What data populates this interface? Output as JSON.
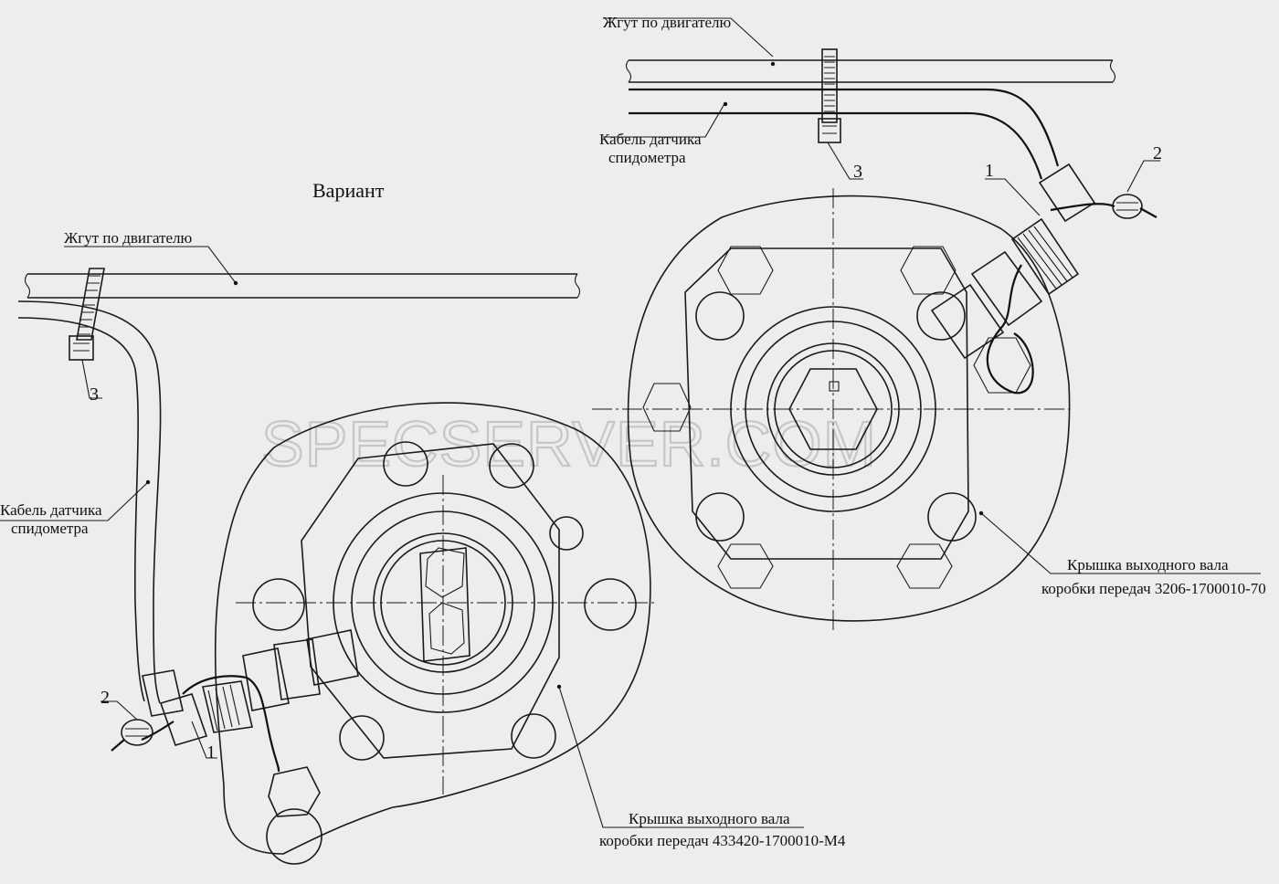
{
  "title": "Вариант",
  "watermark": "SPECSERVER.COM",
  "left_view": {
    "harness_label": "Жгут по двигателю",
    "cable_label_line1": "Кабель датчика",
    "cable_label_line2": "спидометра",
    "clamp_callout": "3",
    "seal_callout": "2",
    "connector_callout": "1",
    "cover_label_line1": "Крышка выходного вала",
    "cover_label_line2": "коробки передач 433420-1700010-М4"
  },
  "right_view": {
    "harness_label": "Жгут по двигателю",
    "cable_label_line1": "Кабель датчика",
    "cable_label_line2": "спидометра",
    "clamp_callout": "3",
    "seal_callout": "2",
    "connector_callout": "1",
    "cover_label_line1": "Крышка выходного вала",
    "cover_label_line2": "коробки передач 3206-1700010-70"
  }
}
